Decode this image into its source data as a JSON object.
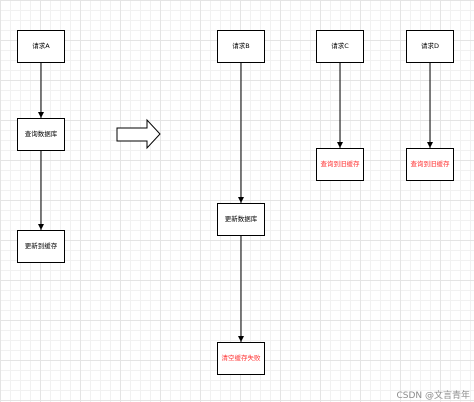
{
  "columns": [
    {
      "steps": [
        {
          "label": "请求A",
          "text_color": "#000000"
        },
        {
          "label": "查询数据库",
          "text_color": "#000000"
        },
        {
          "label": "更新到缓存",
          "text_color": "#000000"
        }
      ]
    },
    {
      "steps": [
        {
          "label": "请求B",
          "text_color": "#000000"
        },
        {
          "label": "更新数据库",
          "text_color": "#000000"
        },
        {
          "label": "清空缓存失败",
          "text_color": "#ff3333"
        }
      ]
    },
    {
      "steps": [
        {
          "label": "请求C",
          "text_color": "#000000"
        },
        {
          "label": "查询到旧缓存",
          "text_color": "#ff3333"
        }
      ]
    },
    {
      "steps": [
        {
          "label": "请求D",
          "text_color": "#000000"
        },
        {
          "label": "查询到旧缓存",
          "text_color": "#ff3333"
        }
      ]
    }
  ],
  "transition_arrow_icon": "hollow-right-arrow-icon",
  "colors": {
    "border": "#000000",
    "node_fill": "#ffffff",
    "highlight_text": "#ff3333",
    "grid": "#e4e4e4"
  },
  "watermark": "CSDN @文言青年"
}
